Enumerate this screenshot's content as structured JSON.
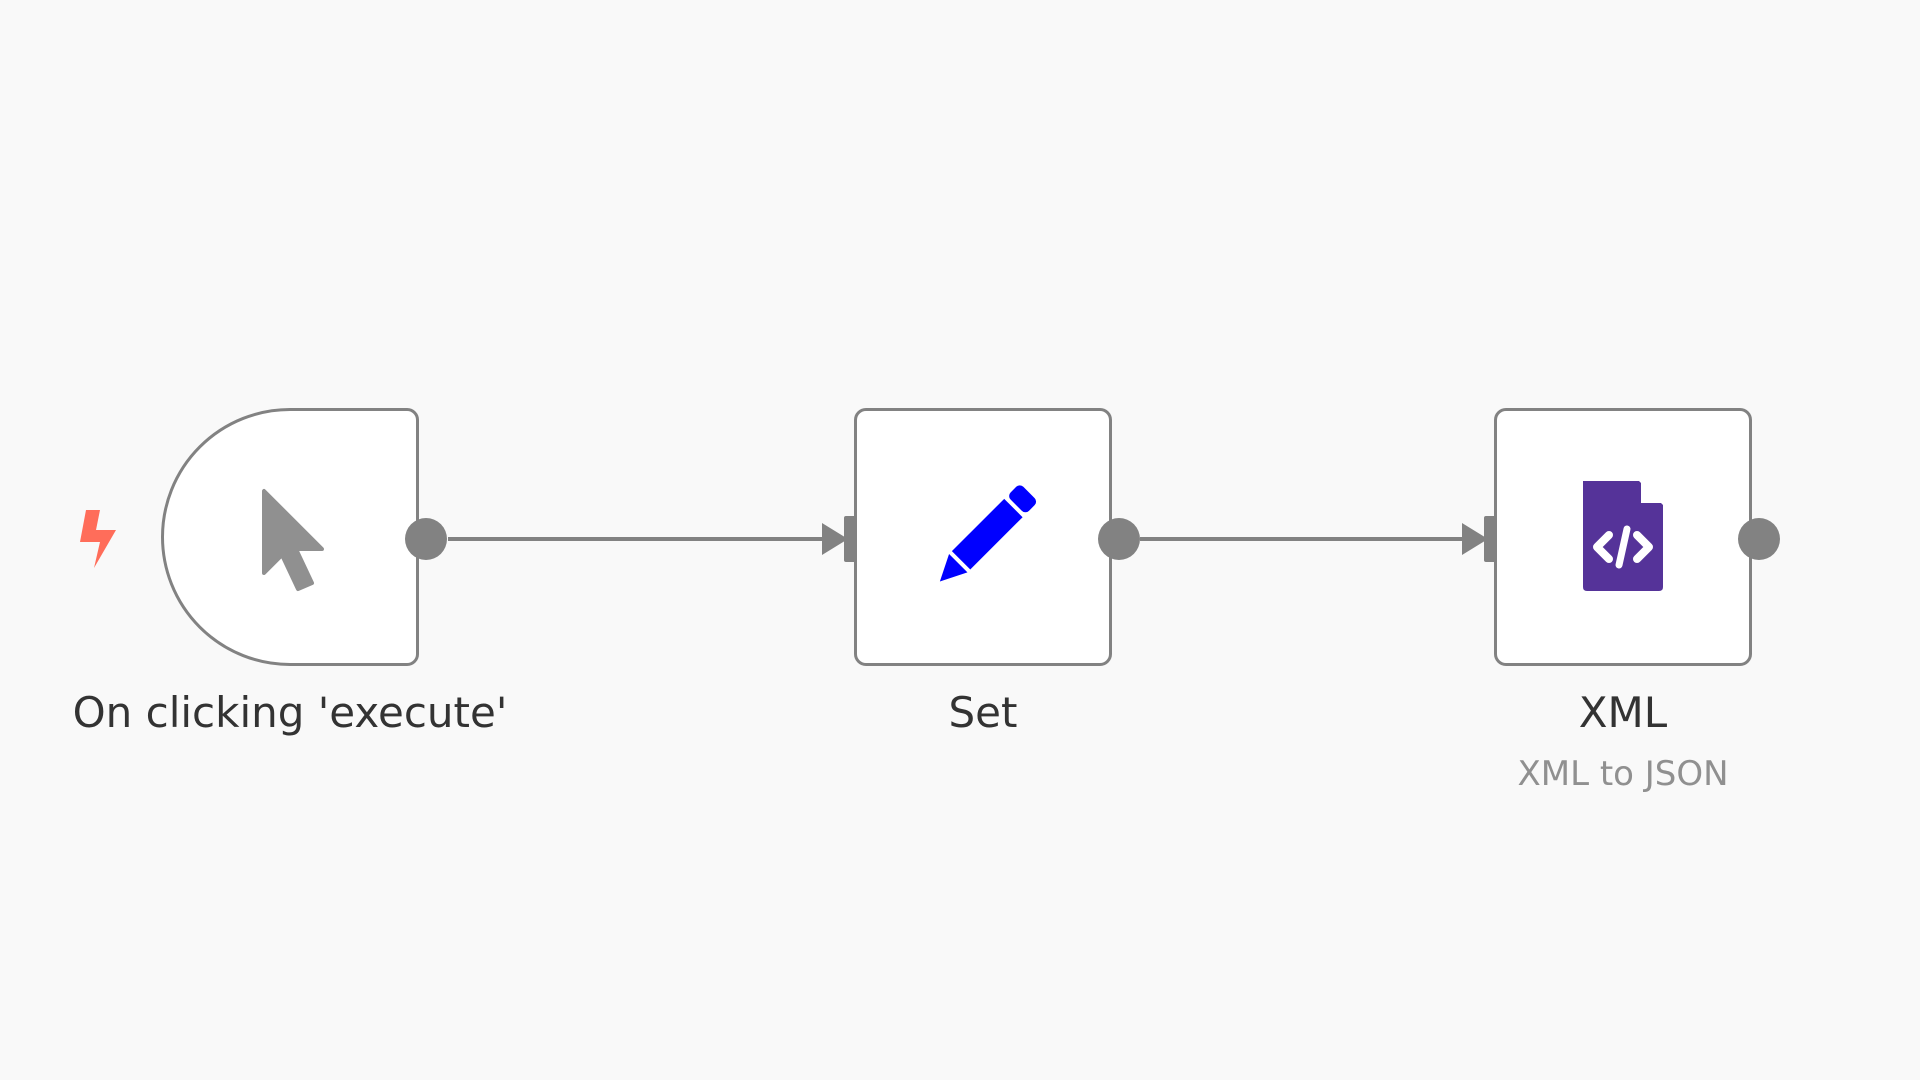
{
  "canvas": {
    "background": "#f9f9f9",
    "connection_color": "#828282"
  },
  "nodes": [
    {
      "id": "manual-trigger",
      "label": "On clicking 'execute'",
      "subtitle": "",
      "icon": "cursor-arrow-icon",
      "icon_color": "#909090",
      "is_trigger": true,
      "trigger_badge_icon": "lightning-bolt-icon",
      "trigger_badge_color": "#ff6d5a"
    },
    {
      "id": "set",
      "label": "Set",
      "subtitle": "",
      "icon": "pencil-icon",
      "icon_color": "#0000ff",
      "is_trigger": false
    },
    {
      "id": "xml",
      "label": "XML",
      "subtitle": "XML to JSON",
      "icon": "file-code-icon",
      "icon_color": "#553399",
      "is_trigger": false
    }
  ],
  "connections": [
    {
      "from": "manual-trigger",
      "to": "set"
    },
    {
      "from": "set",
      "to": "xml"
    }
  ]
}
